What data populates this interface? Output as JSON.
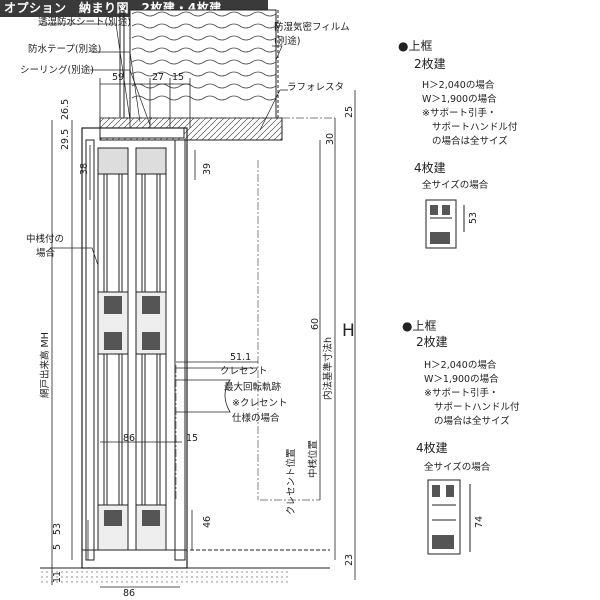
{
  "header": {
    "title": "オプション　納まり図　2枚建・4枚建"
  },
  "labels": {
    "moisture_sheet": "透湿防水シート(別途)",
    "moisture_film": "防湿気密フィルム",
    "moisture_film_sub": "(別途)",
    "waterproof_tape": "防水テープ(別途)",
    "sealing": "シーリング(別途)",
    "lafolesta": "ラフォレスタ",
    "midrail_1": "中桟付の",
    "midrail_2": "場合",
    "crescent": "クレセント",
    "rotation": "最大回転軌跡",
    "crescent_spec": "※クレセント",
    "crescent_spec2": "仕様の場合",
    "crescent_pos": "クレセント位置",
    "midrail_pos": "中桟位置",
    "inner_dim": "内法基準寸法h",
    "screen_height": "網戸出来高 MH",
    "H": "H"
  },
  "dims": {
    "d59": "59",
    "d27": "27",
    "d15a": "15",
    "d25": "25",
    "d30": "30",
    "d26_5": "26.5",
    "d29_5": "29.5",
    "d38": "38",
    "d39": "39",
    "d60": "60",
    "d51_1": "51.1",
    "d86a": "86",
    "d15b": "15",
    "d53": "53",
    "d5": "5",
    "d46": "46",
    "d23": "23",
    "d11": "11",
    "d86b": "86"
  },
  "top_frame_1": {
    "title": "●上框",
    "type": "2枚建",
    "cond1": "H＞2,040の場合",
    "cond2": "W＞1,900の場合",
    "note1": "※サポート引手・",
    "note2": "サポートハンドル付",
    "note3": "の場合は全サイズ",
    "type4": "4枚建",
    "all_sizes": "全サイズの場合",
    "dim": "53"
  },
  "top_frame_2": {
    "title": "●上框",
    "type": "2枚建",
    "cond1": "H＞2,040の場合",
    "cond2": "W＞1,900の場合",
    "note1": "※サポート引手・",
    "note2": "サポートハンドル付",
    "note3": "の場合は全サイズ",
    "type4": "4枚建",
    "all_sizes": "全サイズの場合",
    "dim": "74"
  }
}
